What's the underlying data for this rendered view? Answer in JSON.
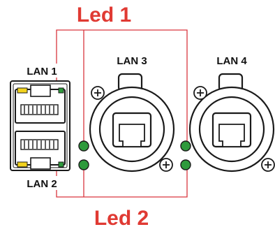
{
  "diagram": {
    "callouts": {
      "top": "Led 1",
      "bottom": "Led 2"
    },
    "ports": {
      "lan1": "LAN 1",
      "lan2": "LAN 2",
      "lan3": "LAN 3",
      "lan4": "LAN 4"
    },
    "colors": {
      "callout_text": "#e03a33",
      "callout_line": "#d9363e",
      "led_green": "#2e9a3c",
      "led_amber": "#f2d21e",
      "outline": "#1a1a1a",
      "fill": "#ffffff"
    },
    "leds": {
      "lan1_left": "amber",
      "lan1_right": "green",
      "lan2_left": "amber",
      "lan2_right": "green",
      "lan3_left_upper": "green",
      "lan3_left_lower": "green",
      "lan3_right_upper": "green",
      "lan3_right_lower": "green"
    },
    "icons": [
      "screw-icon",
      "rj45-socket-icon",
      "ethercon-connector-icon",
      "led-indicator-icon"
    ]
  }
}
